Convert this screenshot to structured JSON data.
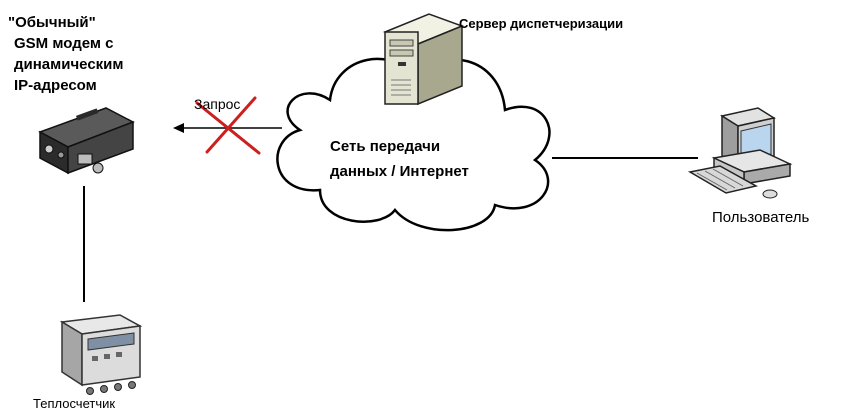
{
  "modem": {
    "line1": "\"Обычный\"",
    "line2": "GSM модем с",
    "line3": "динамическим",
    "line4": "IP-адресом"
  },
  "server": {
    "label": "Сервер диспетчеризации"
  },
  "network": {
    "line1": "Сеть передачи",
    "line2": "данных / Интернет"
  },
  "user": {
    "label": "Пользователь"
  },
  "meter": {
    "label": "Теплосчетчик"
  },
  "request": {
    "label": "Запрос",
    "blocked_mark_color": "#cc1f1f"
  },
  "icons": [
    "gsm-modem-icon",
    "server-tower-icon",
    "cloud-icon",
    "desktop-computer-icon",
    "heat-meter-icon",
    "blocked-cross-icon"
  ]
}
